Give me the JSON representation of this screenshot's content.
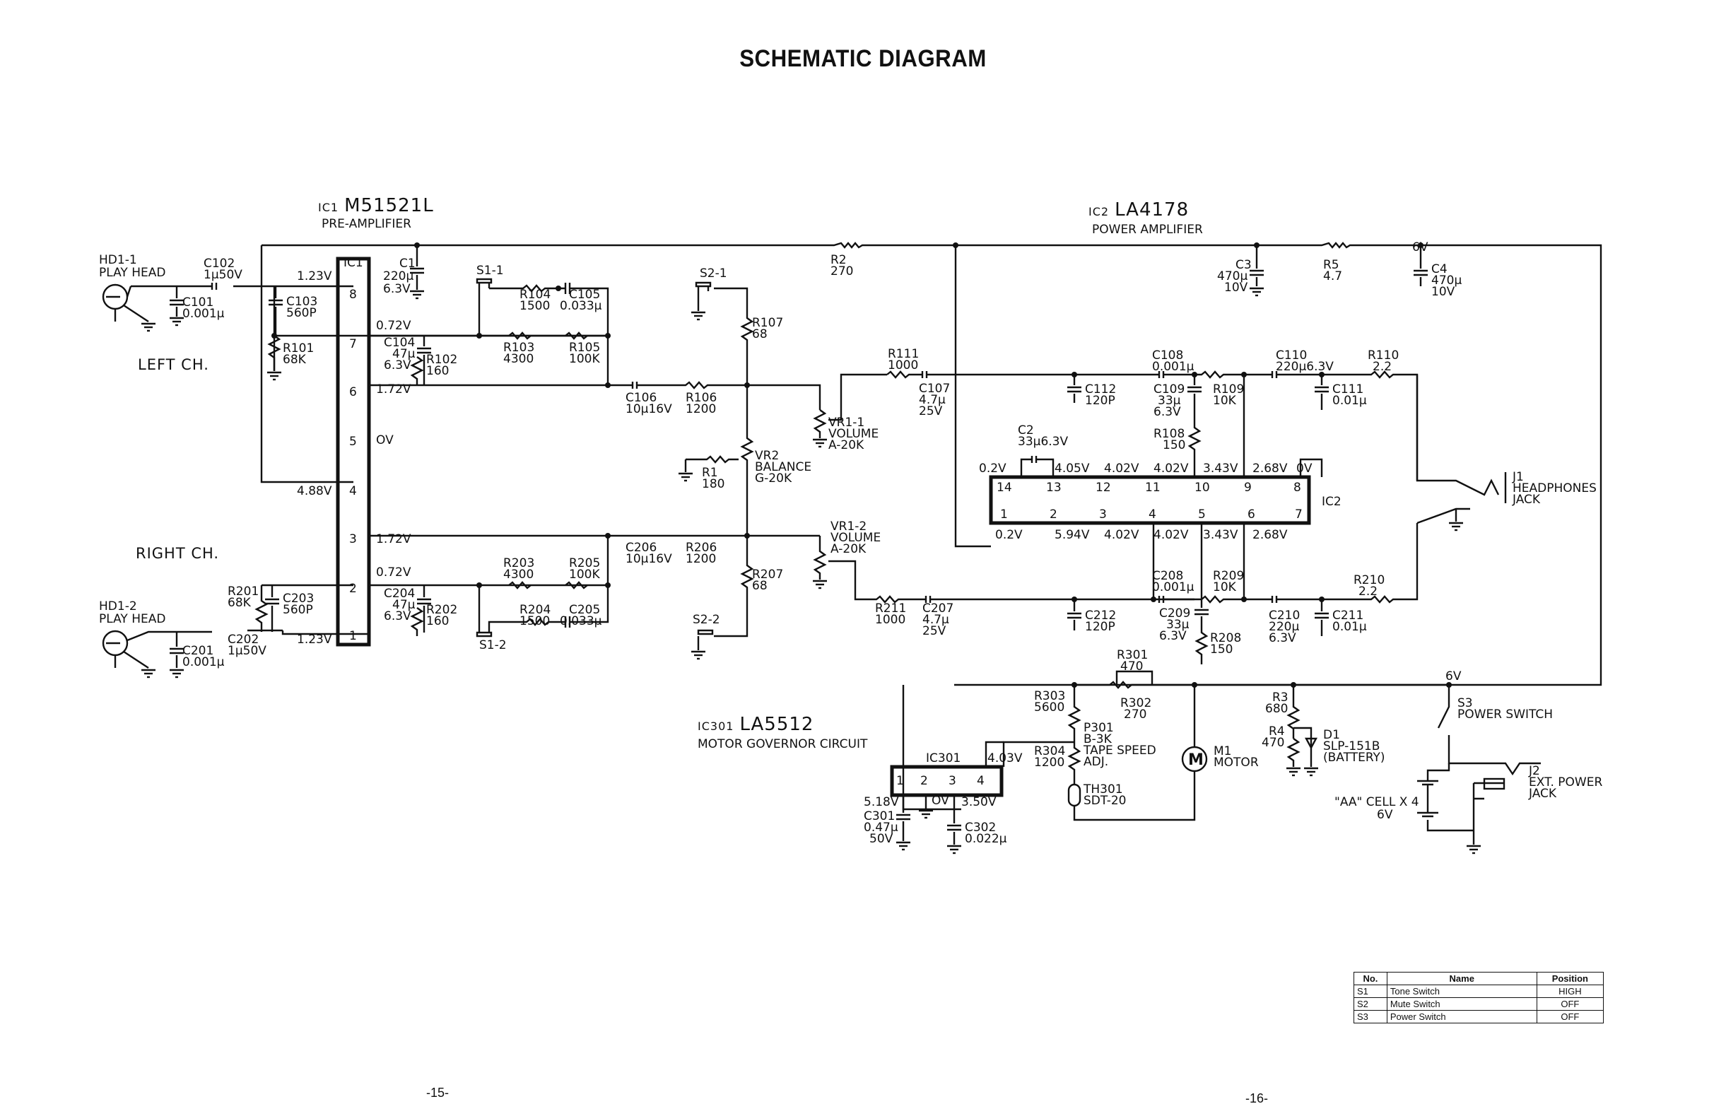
{
  "title": "SCHEMATIC DIAGRAM",
  "sections": {
    "ic1": {
      "ref": "IC1",
      "part": "M51521L",
      "function": "PRE-AMPLIFIER",
      "box_label": "IC1"
    },
    "ic2": {
      "ref": "IC2",
      "part": "LA4178",
      "function": "POWER AMPLIFIER",
      "box_label": "IC2"
    },
    "ic301": {
      "ref": "IC301",
      "part": "LA5512",
      "function": "MOTOR GOVERNOR CIRCUIT",
      "box_label": "IC301"
    }
  },
  "channels": {
    "left": "LEFT CH.",
    "right": "RIGHT CH."
  },
  "ic1_pins": [
    "8",
    "7",
    "6",
    "5",
    "4",
    "3",
    "2",
    "1"
  ],
  "ic1_voltages": [
    "1.23V",
    "0.72V",
    "1.72V",
    "OV",
    "4.88V",
    "1.72V",
    "0.72V",
    "1.23V"
  ],
  "ic2_pins_top": [
    "14",
    "13",
    "12",
    "11",
    "10",
    "9",
    "8"
  ],
  "ic2_pins_bottom": [
    "1",
    "2",
    "3",
    "4",
    "5",
    "6",
    "7"
  ],
  "ic2_voltages_top": [
    "0.2V",
    "4.05V",
    "4.02V",
    "4.02V",
    "3.43V",
    "2.68V",
    "0V"
  ],
  "ic2_voltages_bottom": [
    "0.2V",
    "5.94V",
    "4.02V",
    "4.02V",
    "3.43V",
    "2.68V"
  ],
  "ic301_pins": [
    "1",
    "2",
    "3",
    "4"
  ],
  "ic301_voltages": [
    "5.18V",
    "OV",
    "3.50V",
    "4.03V"
  ],
  "labels": {
    "hd1": [
      "HD1-1",
      "PLAY HEAD"
    ],
    "hd2": [
      "HD1-2",
      "PLAY HEAD"
    ],
    "c102": [
      "C102",
      "1μ50V"
    ],
    "c101": [
      "C101",
      "0.001μ"
    ],
    "c103": [
      "C103",
      "560P"
    ],
    "r101": [
      "R101",
      "68K"
    ],
    "c1": [
      "C1",
      "220μ",
      "6.3V"
    ],
    "c104": [
      "C104",
      "47μ",
      "6.3V"
    ],
    "r102": [
      "R102",
      "160"
    ],
    "s1_1": "S1-1",
    "r104": [
      "R104",
      "1500"
    ],
    "c105": [
      "C105",
      "0.033μ"
    ],
    "r103": [
      "R103",
      "4300"
    ],
    "r105": [
      "R105",
      "100K"
    ],
    "c106": [
      "C106",
      "10μ16V"
    ],
    "r106": [
      "R106",
      "1200"
    ],
    "s2_1": "S2-1",
    "r107": [
      "R107",
      "68"
    ],
    "r2": [
      "R2",
      "270"
    ],
    "r111": [
      "R111",
      "1000"
    ],
    "c107": [
      "C107",
      "4.7μ",
      "25V"
    ],
    "vr1_1": [
      "VR1-1",
      "VOLUME",
      "A-20K"
    ],
    "vr2": [
      "VR2",
      "BALANCE",
      "G-20K"
    ],
    "r1": [
      "R1",
      "180"
    ],
    "c3": [
      "C3",
      "470μ",
      "10V"
    ],
    "r5": [
      "R5",
      "4.7"
    ],
    "v6_top": "6V",
    "c4": [
      "C4",
      "470μ",
      "10V"
    ],
    "c108": [
      "C108",
      "0.001μ"
    ],
    "c110": [
      "C110",
      "220μ6.3V"
    ],
    "r110": [
      "R110",
      "2.2"
    ],
    "c112": [
      "C112",
      "120P"
    ],
    "c109": [
      "C109",
      "33μ",
      "6.3V"
    ],
    "r109": [
      "R109",
      "10K"
    ],
    "c111": [
      "C111",
      "0.01μ"
    ],
    "r108": [
      "R108",
      "150"
    ],
    "c2": [
      "C2",
      "33μ6.3V"
    ],
    "j1": [
      "J1",
      "HEADPHONES",
      "JACK"
    ],
    "r201": [
      "R201",
      "68K"
    ],
    "c203": [
      "C203",
      "560P"
    ],
    "c202": [
      "C202",
      "1μ50V"
    ],
    "c201": [
      "C201",
      "0.001μ"
    ],
    "c204": [
      "C204",
      "47μ",
      "6.3V"
    ],
    "r202": [
      "R202",
      "160"
    ],
    "s1_2": "S1-2",
    "r203": [
      "R203",
      "4300"
    ],
    "r205": [
      "R205",
      "100K"
    ],
    "r204": [
      "R204",
      "1500"
    ],
    "c205": [
      "C205",
      "0.033μ"
    ],
    "c206": [
      "C206",
      "10μ16V"
    ],
    "r206": [
      "R206",
      "1200"
    ],
    "s2_2": "S2-2",
    "r207": [
      "R207",
      "68"
    ],
    "vr1_2": [
      "VR1-2",
      "VOLUME",
      "A-20K"
    ],
    "r211": [
      "R211",
      "1000"
    ],
    "c207": [
      "C207",
      "4.7μ",
      "25V"
    ],
    "c212": [
      "C212",
      "120P"
    ],
    "c208": [
      "C208",
      "0.001μ"
    ],
    "r209": [
      "R209",
      "10K"
    ],
    "c209": [
      "C209",
      "33μ",
      "6.3V"
    ],
    "r208": [
      "R208",
      "150"
    ],
    "c210": [
      "C210",
      "220μ",
      "6.3V"
    ],
    "c211": [
      "C211",
      "0.01μ"
    ],
    "r210": [
      "R210",
      "2.2"
    ],
    "r301": [
      "R301",
      "470"
    ],
    "r303": [
      "R303",
      "5600"
    ],
    "r302": [
      "R302",
      "270"
    ],
    "p301": [
      "P301",
      "B-3K",
      "TAPE SPEED",
      "ADJ."
    ],
    "r304": [
      "R304",
      "1200"
    ],
    "th301": [
      "TH301",
      "SDT-20"
    ],
    "c301": [
      "C301",
      "0.47μ",
      "50V"
    ],
    "c302": [
      "C302",
      "0.022μ"
    ],
    "m1": [
      "M1",
      "MOTOR"
    ],
    "motor_symbol": "M",
    "r3": [
      "R3",
      "680"
    ],
    "r4": [
      "R4",
      "470"
    ],
    "d1": [
      "D1",
      "SLP-151B",
      "(BATTERY)"
    ],
    "v6_bottom": "6V",
    "s3": [
      "S3",
      "POWER SWITCH"
    ],
    "j2": [
      "J2",
      "EXT. POWER",
      "JACK"
    ],
    "battery": [
      "\"AA\" CELL X 4",
      "6V"
    ]
  },
  "switch_table": {
    "headers": [
      "No.",
      "Name",
      "Position"
    ],
    "rows": [
      [
        "S1",
        "Tone Switch",
        "HIGH"
      ],
      [
        "S2",
        "Mute Switch",
        "OFF"
      ],
      [
        "S3",
        "Power Switch",
        "OFF"
      ]
    ]
  },
  "page_numbers": [
    "-15-",
    "-16-"
  ]
}
